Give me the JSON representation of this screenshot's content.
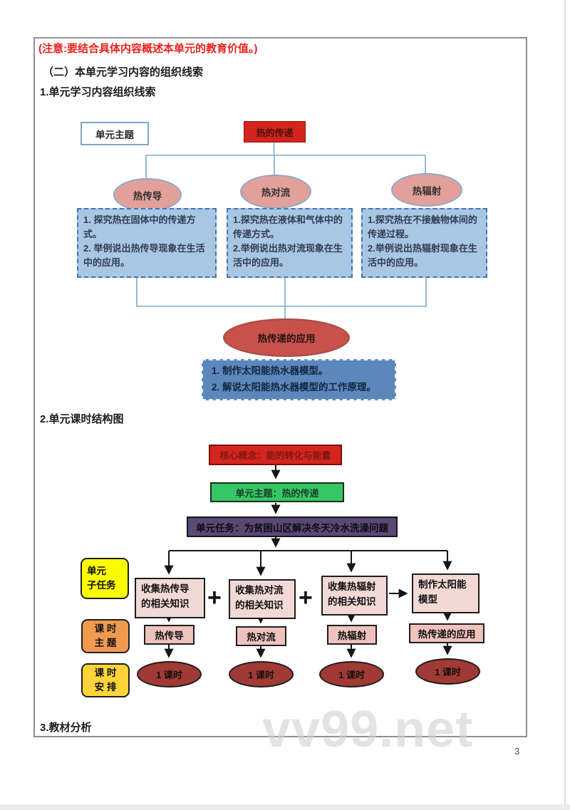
{
  "page": {
    "note": "(注意:要结合具体内容概述本单元的教育价值。)",
    "heading_section": "（二）本单元学习内容的组织线索",
    "heading1": "1.单元学习内容组织线索",
    "heading2": "2.单元课时结构图",
    "heading3": "3.教材分析",
    "watermark": "vv99.net",
    "page_number": "3"
  },
  "diagram1": {
    "topic_label": "单元主题",
    "root": "热的传递",
    "branches": [
      "热传导",
      "热对流",
      "热辐射"
    ],
    "detail_boxes": [
      {
        "line1": "1. 探究热在固体中的传递方式。",
        "line2": "2. 举例说出热传导现象在生活中的应用。"
      },
      {
        "line1": "1.探究热在液体和气体中的传递方式。",
        "line2": "2.举例说出热对流现象在生活中的应用。"
      },
      {
        "line1": "1.探究热在不接触物体间的传递过程。",
        "line2": "2.举例说出热辐射现象在生活中的应用。"
      }
    ],
    "application": "热传递的应用",
    "application_box": {
      "line1": "1. 制作太阳能热水器模型。",
      "line2": "2. 解说太阳能热水器模型的工作原理。"
    }
  },
  "diagram2": {
    "core_concept": "核心概念：能的转化与能量",
    "unit_theme": "单元主题：热的传递",
    "unit_task": "单元任务：为贫困山区解决冬天冷水洗澡问题",
    "row_labels": [
      {
        "line1": "单元",
        "line2": "子任务"
      },
      {
        "line1": "课 时",
        "line2": "主 题"
      },
      {
        "line1": "课 时",
        "line2": "安 排"
      }
    ],
    "subtasks": [
      {
        "line1": "收集热传导",
        "line2": "的相关知识"
      },
      {
        "line1": "收集热对流",
        "line2": "的相关知识"
      },
      {
        "line1": "收集热辐射",
        "line2": "的相关知识"
      },
      {
        "line1": "制作太阳能",
        "line2": "模型"
      }
    ],
    "plus": "+",
    "lesson_topics": [
      "热传导",
      "热对流",
      "热辐射",
      "热传递的应用"
    ],
    "lesson_counts": [
      "1 课时",
      "1 课时",
      "1 课时",
      "1 课时"
    ]
  },
  "colors": {
    "note_red": "#e8231d",
    "root_red": "#d3241d",
    "branch_pink": "#e3a09b",
    "detail_blue": "#a9c6e2",
    "app_red": "#c9514b",
    "app_blue": "#5b87bd",
    "core_red": "#d6251e",
    "theme_green": "#36c666",
    "task_purple": "#5a4875",
    "subtask_yellow": "#fcfc00",
    "topic_orange": "#f09a50",
    "schedule_gold": "#ffd43a",
    "lesson_pink": "#eec3be",
    "count_darkred": "#a03a34",
    "connector_blue": "#7fa8c9",
    "arrow_black": "#151515"
  }
}
